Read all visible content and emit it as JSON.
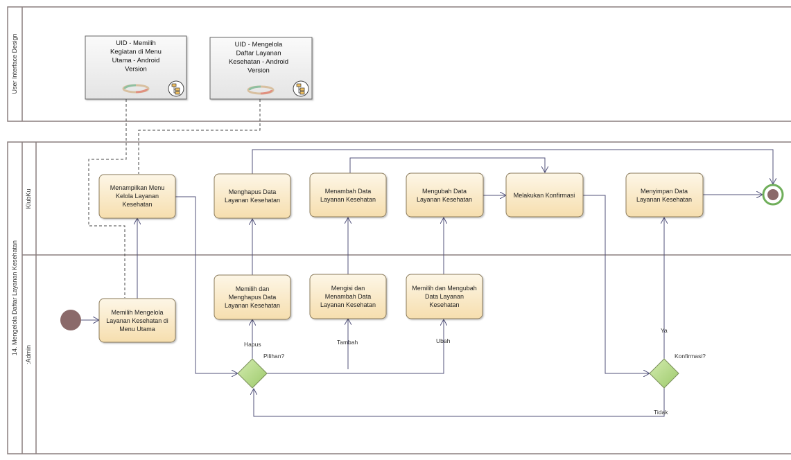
{
  "pools": {
    "top": {
      "label": "User Interface Design"
    },
    "main": {
      "label": "14. Mengelola Daftar Layanan Kesehatan"
    }
  },
  "lanes": {
    "system": "KlubKu",
    "admin": ":Admin"
  },
  "uid_boxes": {
    "uid1": [
      "UID - Memilih",
      "Kegiatan di Menu",
      "Utama - Android",
      "Version"
    ],
    "uid2": [
      "UID - Mengelola",
      "Daftar Layanan",
      "Kesehatan - Android",
      "Version"
    ]
  },
  "activities": {
    "a_menampilkan": [
      "Menampilkan Menu",
      "Kelola Layanan",
      "Kesehatan"
    ],
    "a_hapus": [
      "Menghapus Data",
      "Layanan Kesehatan"
    ],
    "a_tambah": [
      "Menambah Data",
      "Layanan Kesehatan"
    ],
    "a_ubah": [
      "Mengubah Data",
      "Layanan Kesehatan"
    ],
    "a_konfirmasi": [
      "Melakukan Konfirmasi"
    ],
    "a_simpan": [
      "Menyimpan Data",
      "Layanan Kesehatan"
    ],
    "a_pilih_menu": [
      "Memilih Mengelola",
      "Layanan Kesehatan di",
      "Menu Utama"
    ],
    "a_pilih_hapus": [
      "Memilih dan",
      "Menghapus Data",
      "Layanan Kesehatan"
    ],
    "a_isi_tambah": [
      "Mengisi dan",
      "Menambah Data",
      "Layanan Kesehatan"
    ],
    "a_pilih_ubah": [
      "Memilih dan Mengubah",
      "Data Layanan",
      "Kesehatan"
    ]
  },
  "decisions": {
    "pilihan": "Pilihan?",
    "konfirmasi": "Konfirmasi?"
  },
  "edge_labels": {
    "hapus": "Hapus",
    "tambah": "Tambah",
    "ubah": "Ubah",
    "ya": "Ya",
    "tidak": "Tidak"
  },
  "colors": {
    "activity_fill_top": "#fdf6e6",
    "activity_fill_bottom": "#f6deae",
    "activity_stroke": "#8a7a5a",
    "decision_fill": "#b8dc8c",
    "start_fill": "#8b6a6a",
    "end_ring": "#8fd07a",
    "pool_stroke": "#8a7f7f",
    "flow_stroke": "#50507a"
  }
}
